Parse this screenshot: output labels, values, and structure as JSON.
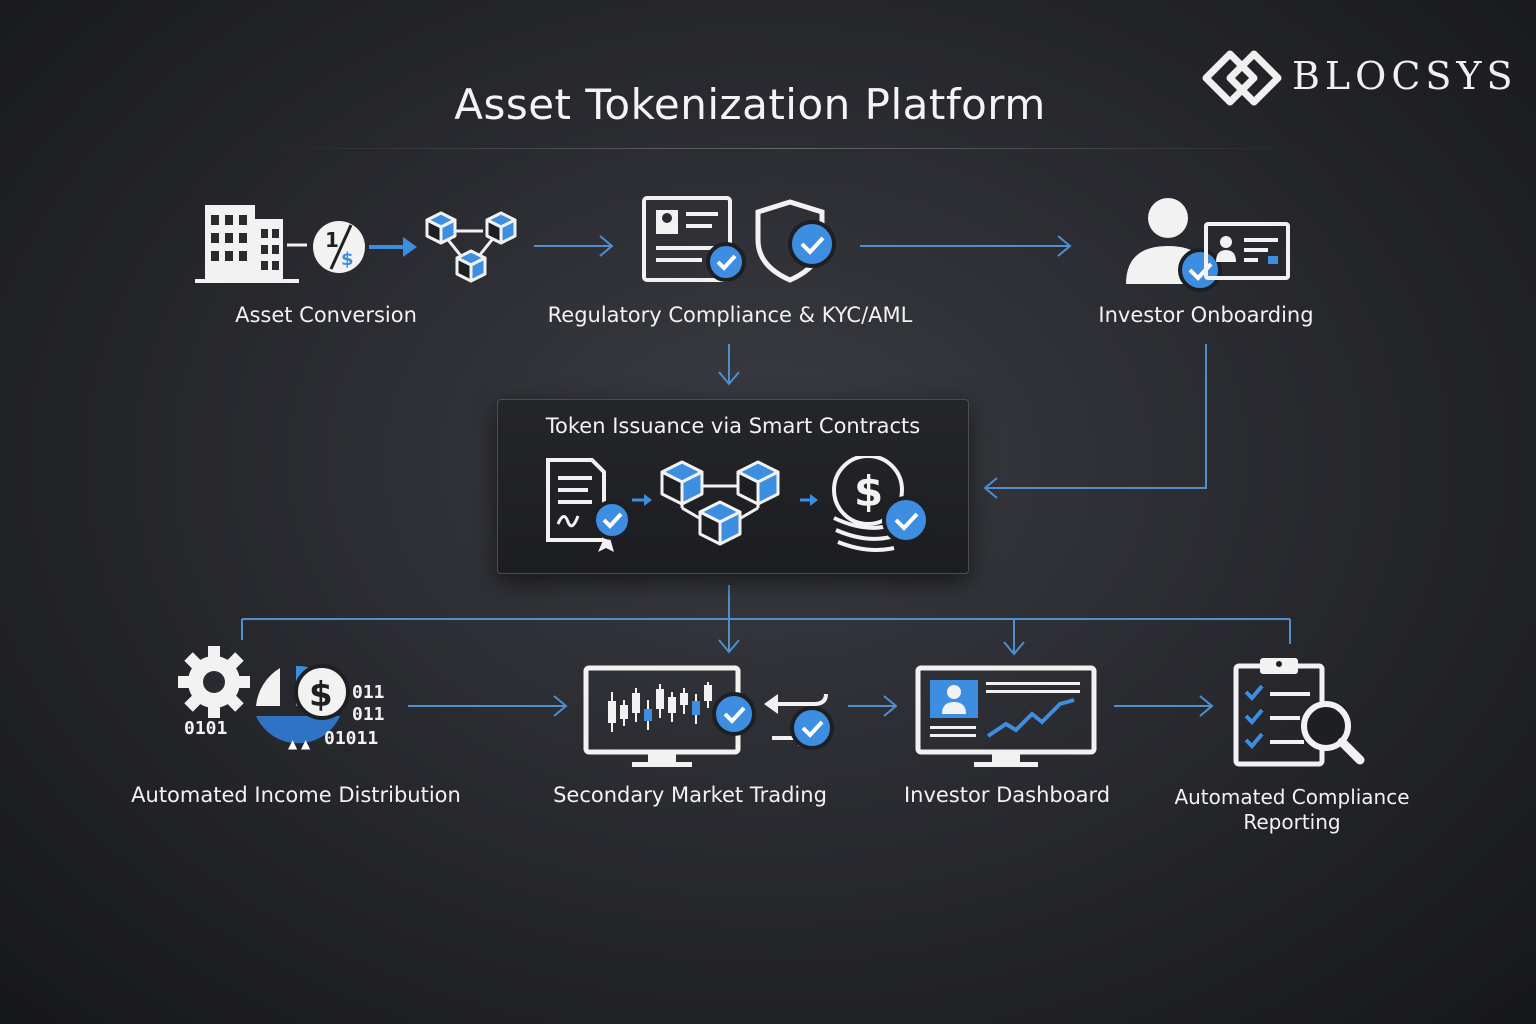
{
  "header": {
    "title": "Asset Tokenization Platform",
    "logo_text": "BLOCSYS"
  },
  "colors": {
    "accent_blue": "#3d8ee0",
    "line_blue": "#4f8fd0",
    "icon_white": "#f2f2f2",
    "background": "#2a2b30"
  },
  "nodes": {
    "asset_conversion": {
      "label": "Asset Conversion",
      "icons": [
        "building-icon",
        "fraction-dollar-icon",
        "arrow-right-icon",
        "blockchain-cubes-icon"
      ]
    },
    "regulatory": {
      "label": "Regulatory Compliance & KYC/AML",
      "icons": [
        "id-document-check-icon",
        "shield-check-icon"
      ]
    },
    "onboarding": {
      "label": "Investor Onboarding",
      "icons": [
        "user-check-icon",
        "id-card-icon"
      ]
    },
    "token_issuance": {
      "label": "Token Issuance via Smart Contracts",
      "icons": [
        "contract-check-icon",
        "blockchain-cubes-icon",
        "coins-check-icon"
      ]
    },
    "income": {
      "label": "Automated Income Distribution",
      "icons": [
        "gear-icon",
        "pie-chart-dollar-icon"
      ],
      "binary": [
        "0101",
        "011",
        "011",
        "01011"
      ]
    },
    "trading": {
      "label": "Secondary Market Trading",
      "icons": [
        "candlestick-monitor-icon",
        "swap-check-icon"
      ]
    },
    "dashboard": {
      "label": "Investor Dashboard",
      "icons": [
        "dashboard-monitor-icon"
      ]
    },
    "reporting": {
      "label": "Automated Compliance Reporting",
      "line1": "Automated Compliance",
      "line2": "Reporting",
      "icons": [
        "clipboard-checklist-icon",
        "magnifier-icon"
      ]
    }
  },
  "edges": [
    {
      "from": "asset_conversion",
      "to": "regulatory"
    },
    {
      "from": "regulatory",
      "to": "onboarding"
    },
    {
      "from": "regulatory",
      "to": "token_issuance"
    },
    {
      "from": "onboarding",
      "to": "token_issuance"
    },
    {
      "from": "token_issuance",
      "to": "income"
    },
    {
      "from": "token_issuance",
      "to": "trading"
    },
    {
      "from": "token_issuance",
      "to": "dashboard"
    },
    {
      "from": "token_issuance",
      "to": "reporting"
    },
    {
      "from": "income",
      "to": "trading"
    },
    {
      "from": "trading",
      "to": "dashboard"
    },
    {
      "from": "dashboard",
      "to": "reporting"
    }
  ]
}
